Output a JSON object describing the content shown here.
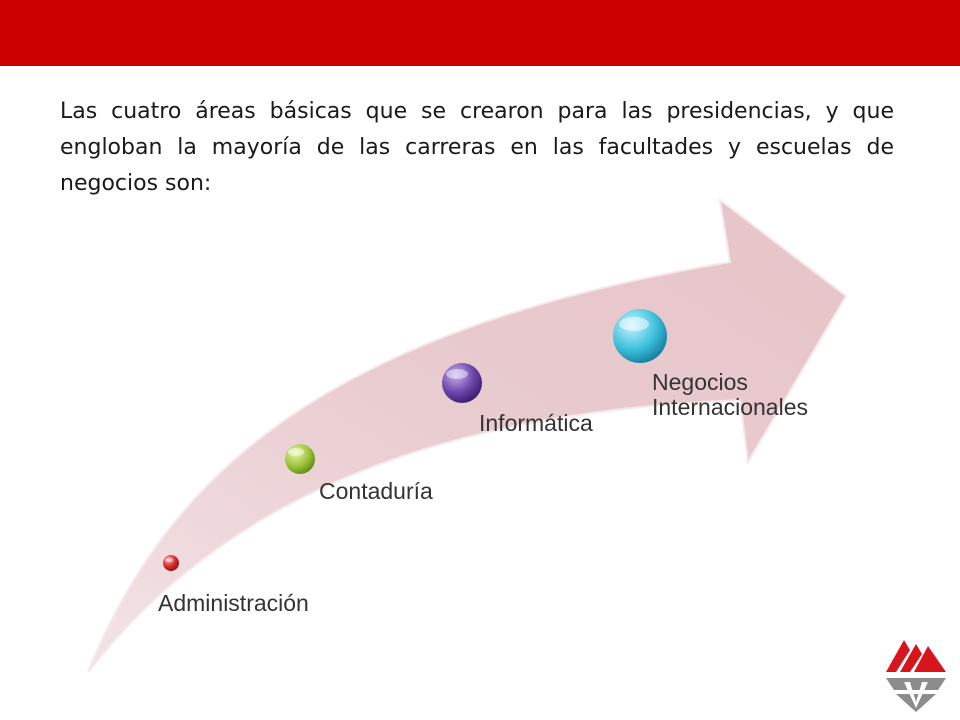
{
  "intro_text": "Las cuatro áreas básicas que se crearon para las presidencias, y que engloban la mayoría de las carreras en las facultades y escuelas de negocios son:",
  "stages": [
    {
      "label_line1": "Administración",
      "label_line2": "",
      "color": "#d42a2a"
    },
    {
      "label_line1": "Contaduría",
      "label_line2": "",
      "color": "#9cc43a"
    },
    {
      "label_line1": "Informática",
      "label_line2": "",
      "color": "#6a44a8"
    },
    {
      "label_line1": "Negocios",
      "label_line2": "Internacionales",
      "color": "#3ec0dc"
    }
  ],
  "colors": {
    "header_bar": "#cc0000",
    "arrow_fill": "#e8c8cc",
    "arrow_edge": "#f4e2e4"
  }
}
